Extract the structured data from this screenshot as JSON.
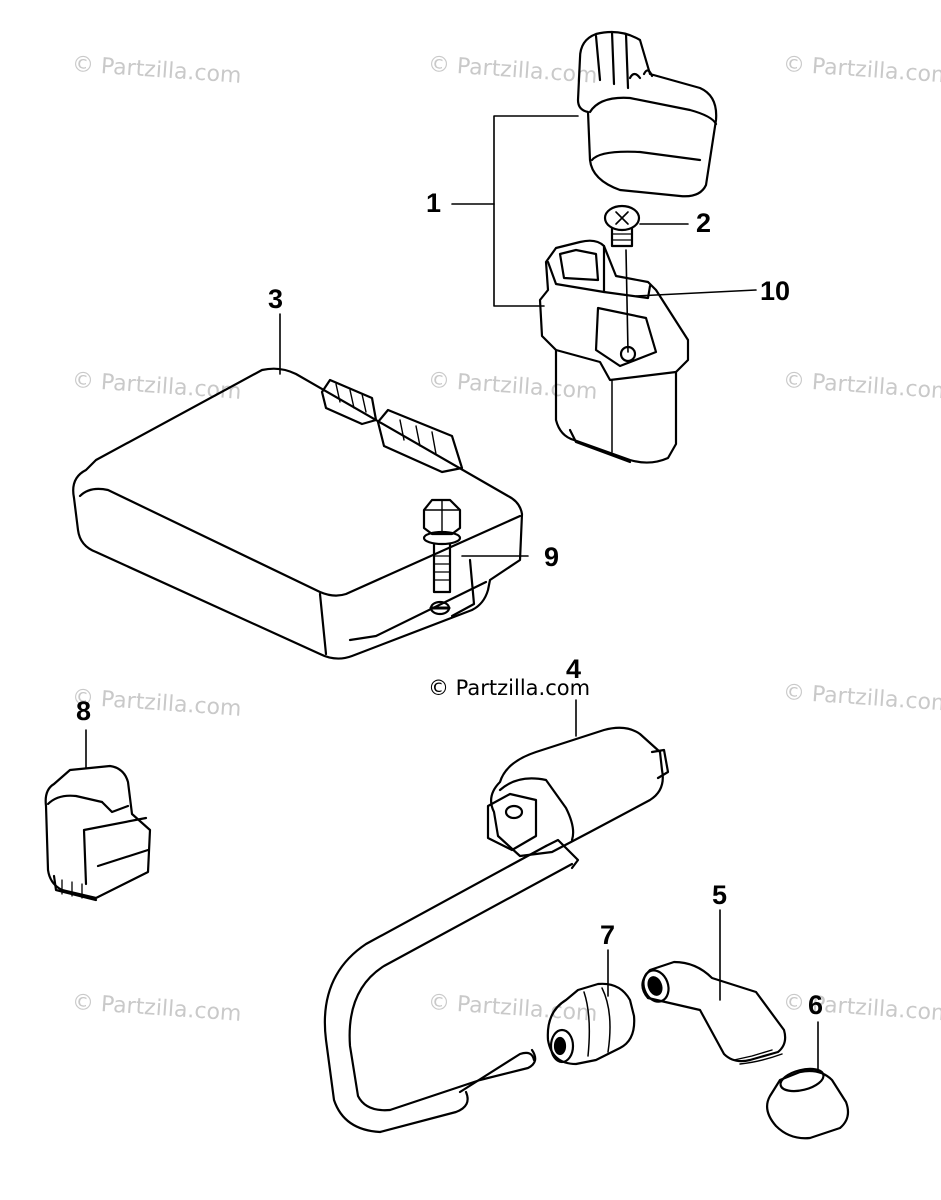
{
  "watermark": "© Partzilla.com",
  "center_credit": "© Partzilla.com",
  "callouts": {
    "p1": "1",
    "p2": "2",
    "p3": "3",
    "p4": "4",
    "p5": "5",
    "p6": "6",
    "p7": "7",
    "p8": "8",
    "p9": "9",
    "p10": "10"
  },
  "colors": {
    "line": "#000000",
    "watermark": "#c9c9c9",
    "background": "#ffffff"
  }
}
